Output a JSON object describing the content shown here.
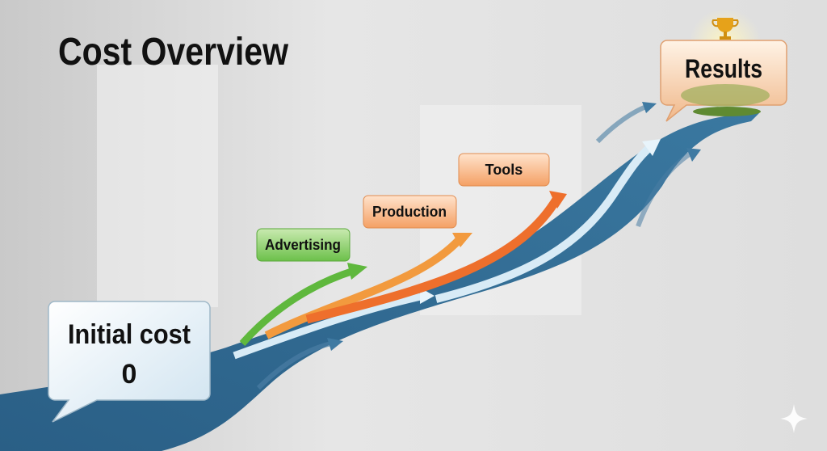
{
  "title": "Cost Overview",
  "initial": {
    "line1": "Initial cost",
    "line2": "0"
  },
  "steps": [
    {
      "label": "Advertising",
      "color": "#6cc04a"
    },
    {
      "label": "Production",
      "color": "#f4a064"
    },
    {
      "label": "Tools",
      "color": "#f4a064"
    }
  ],
  "results": {
    "label": "Results",
    "icon": "trophy-icon"
  },
  "colors": {
    "river": "#2f6990",
    "accent_orange": "#f07a2c",
    "accent_green": "#5fb83d"
  }
}
